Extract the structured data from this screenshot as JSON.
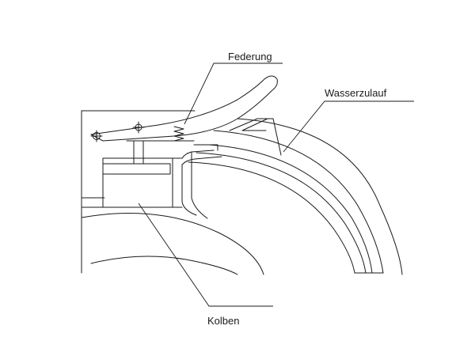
{
  "labels": {
    "federung": "Federung",
    "wasserzulauf": "Wasserzulauf",
    "kolben": "Kolben"
  },
  "colors": {
    "line": "#1a1a1a",
    "background": "#ffffff"
  }
}
